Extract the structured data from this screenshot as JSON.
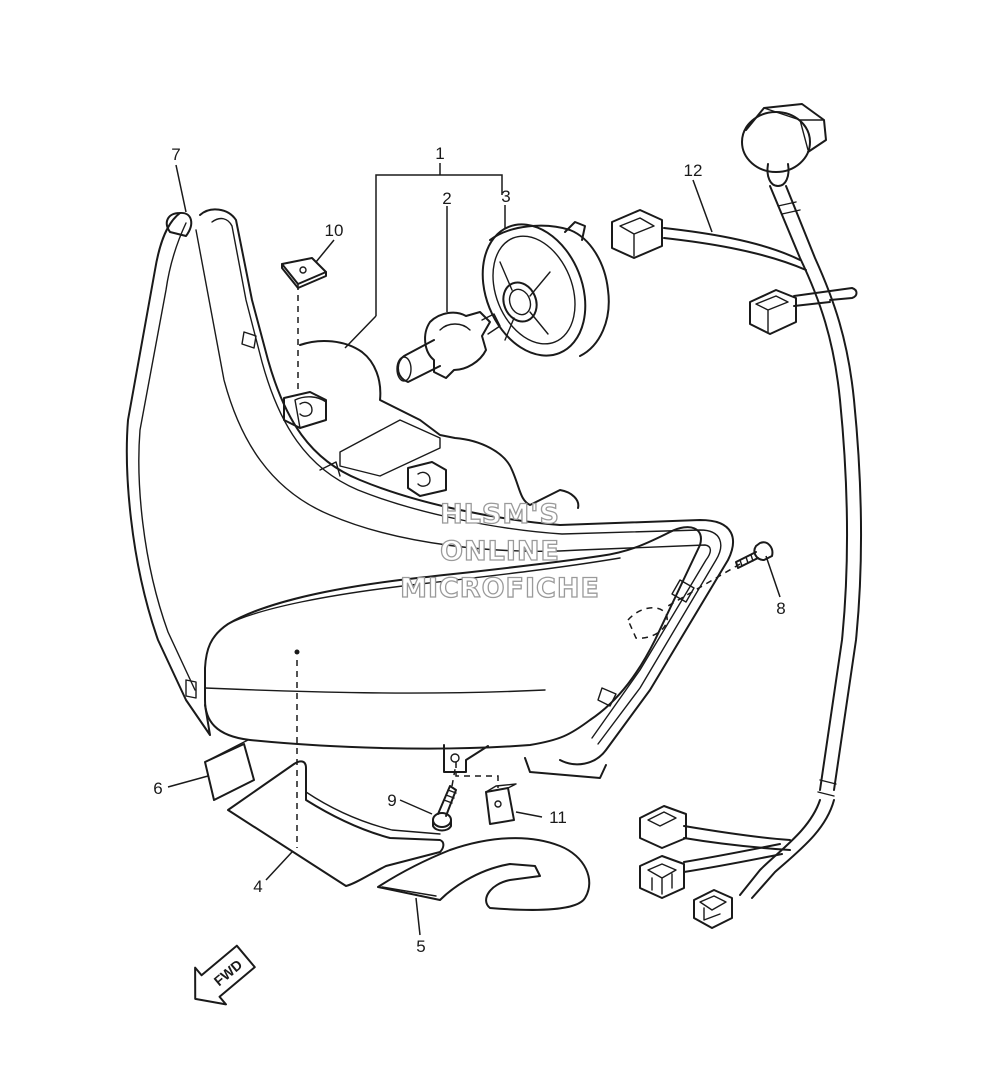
{
  "callouts": {
    "c1": "1",
    "c2": "2",
    "c3": "3",
    "c4": "4",
    "c5": "5",
    "c6": "6",
    "c7": "7",
    "c8": "8",
    "c9": "9",
    "c10": "10",
    "c11": "11",
    "c12": "12"
  },
  "watermark": {
    "line1": "HLSM'S",
    "line2": "ONLINE",
    "line3": "MICROFICHE"
  },
  "direction_label": "FWD"
}
